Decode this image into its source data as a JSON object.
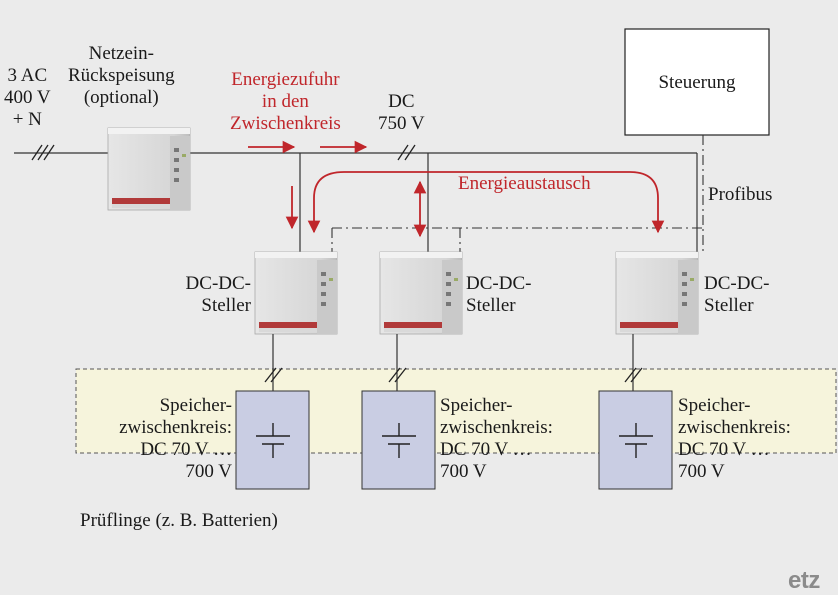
{
  "labels": {
    "input": "3 AC\n400 V\n+ N",
    "rectifier": "Netzein-\nRückspeisung\n(optional)",
    "energy_supply": "Energiezufuhr\nin den\nZwischenkreis",
    "dc_bus": "DC\n750 V",
    "controller": "Steuerung",
    "profibus": "Profibus",
    "energy_exchange": "Energieaustausch",
    "converter_1": "DC-DC-\nSteller",
    "converter_2": "DC-DC-\nSteller",
    "converter_3": "DC-DC-\nSteller",
    "storage_1": "Speicher-\nzwischenkreis:\nDC 70 V …\n700 V",
    "storage_2": "Speicher-\nzwischenkreis:\nDC 70 V …\n700 V",
    "storage_3": "Speicher-\nzwischenkreis:\nDC 70 V …\n700 V",
    "test_objects": "Prüflinge (z. B. Batterien)",
    "brand": "etz"
  },
  "colors": {
    "background": "#ebebeb",
    "energy_flow": "#c0262b",
    "lines": "#333333",
    "battery_fill": "#c9cde3",
    "test_area_fill": "#f6f4dc"
  },
  "icons": {
    "modules": "drive-module-icon",
    "battery": "capacitor-symbol-icon"
  }
}
